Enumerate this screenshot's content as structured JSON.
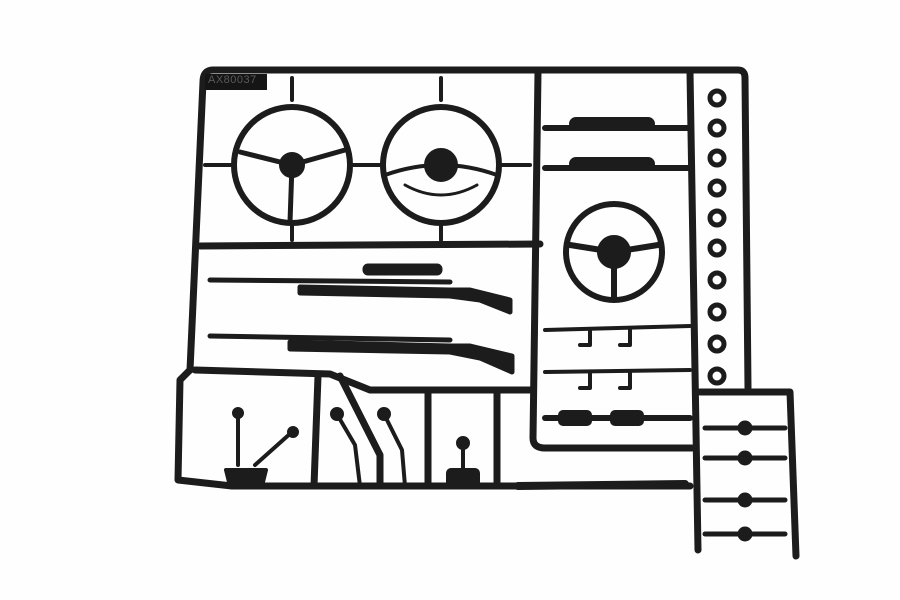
{
  "image": {
    "subject": "Black plastic model kit parts sprue",
    "background_color": "#ffffff",
    "plastic_color": "#1e1e1e"
  },
  "sprue": {
    "part_number_label": "AX80037",
    "parts": [
      {
        "name": "steering-wheel-3-spoke-large"
      },
      {
        "name": "steering-wheel-banjo"
      },
      {
        "name": "steering-wheel-3-spoke-small"
      },
      {
        "name": "scoped-rifle"
      },
      {
        "name": "shotgun"
      },
      {
        "name": "grab-handle-1"
      },
      {
        "name": "grab-handle-2"
      },
      {
        "name": "hook-rail-1"
      },
      {
        "name": "hook-rail-2"
      },
      {
        "name": "bracket-plate"
      },
      {
        "name": "gear-shifter-with-boot"
      },
      {
        "name": "shift-lever-1"
      },
      {
        "name": "shift-lever-2"
      },
      {
        "name": "shift-lever-3"
      },
      {
        "name": "shift-knob-small"
      },
      {
        "name": "tube-part"
      },
      {
        "name": "rings-column"
      },
      {
        "name": "knob-column"
      }
    ]
  }
}
